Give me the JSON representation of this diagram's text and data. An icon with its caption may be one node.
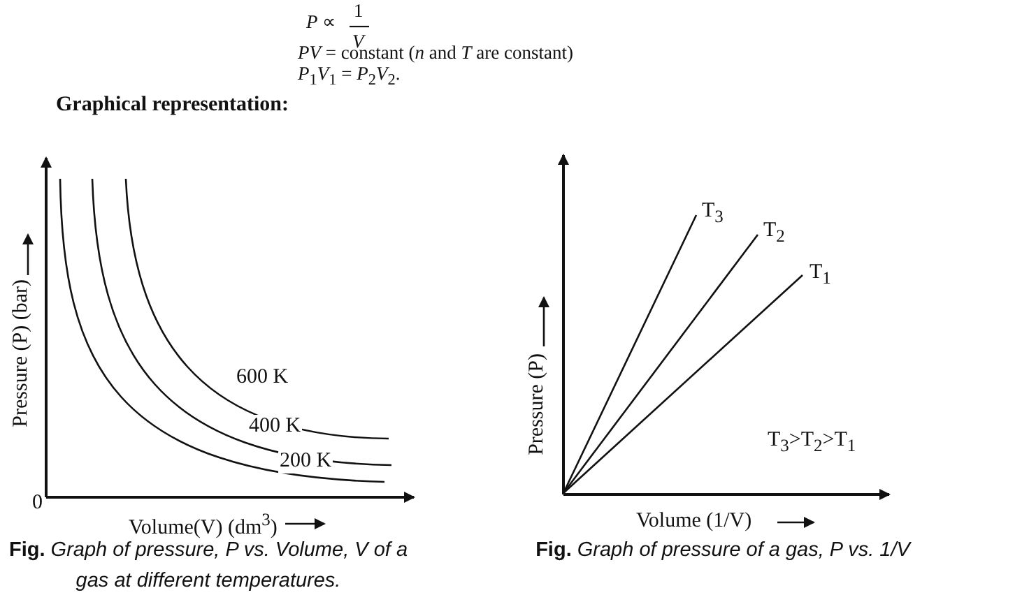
{
  "diagram": {
    "title": "Graphical representation:",
    "labels": [
      "*P* ∝",
      "1",
      "*V*",
      "*PV* = constant (*n* and *T* are constant)",
      "*P*$_{1}$*V*$_{1}$ = *P*$_{2}$*V*$_{2}$.",
      "Pressure (P) (bar)",
      "600 K",
      "400 K",
      "200 K",
      "0",
      "Volume(V) (dm$^{3}$)",
      "**Fig.** *Graph of pressure, P vs. Volume, V of a gas at different temperatures.*",
      "T$_{3}$",
      "T$_{2}$",
      "T$_{1}$",
      "Pressure (P)",
      "T$_{3}$>T$_{2}$>T$_{1}$",
      "Volume (1/V)",
      "**Fig.** *Graph of pressure of a gas, P vs. 1/V*"
    ]
  }
}
